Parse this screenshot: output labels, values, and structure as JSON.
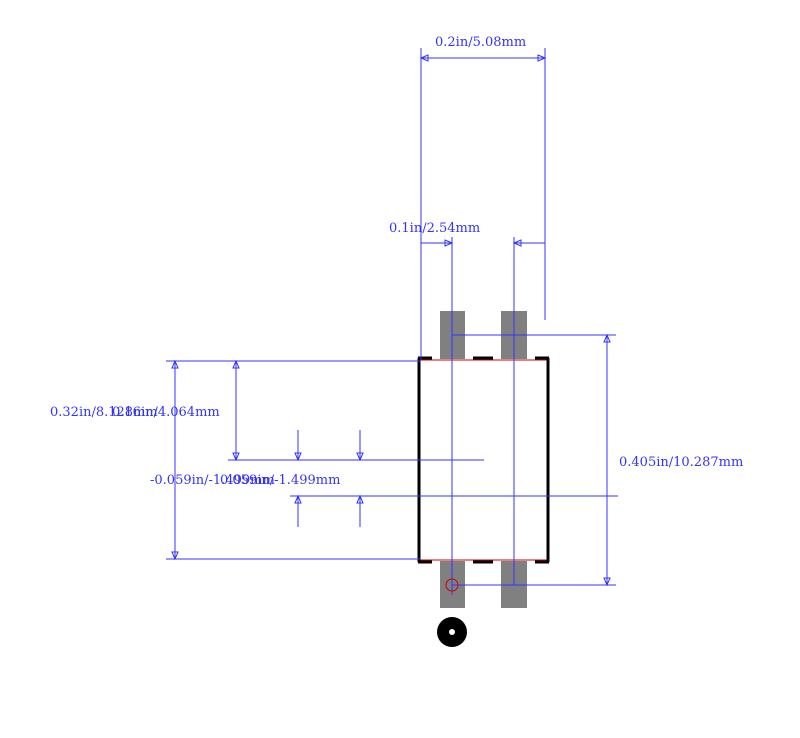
{
  "colors": {
    "dimension": "#3333ff",
    "pad": "#808080",
    "outline": "#000000",
    "body_line": "#cc0000",
    "background": "#ffffff"
  },
  "dimensions": {
    "pad_span": "0.2in/5.08mm",
    "pitch": "0.1in/2.54mm",
    "total_height": "0.405in/10.287mm",
    "body_height": "0.32in/8.128mm",
    "top_to_center": "0.16in/4.064mm",
    "offset_a": "-0.059in/-1.499mm",
    "offset_b": "0.059in/-1.499mm"
  },
  "markers": {
    "pin1_dot": "pin-1-indicator",
    "origin_circle": "origin-marker"
  }
}
